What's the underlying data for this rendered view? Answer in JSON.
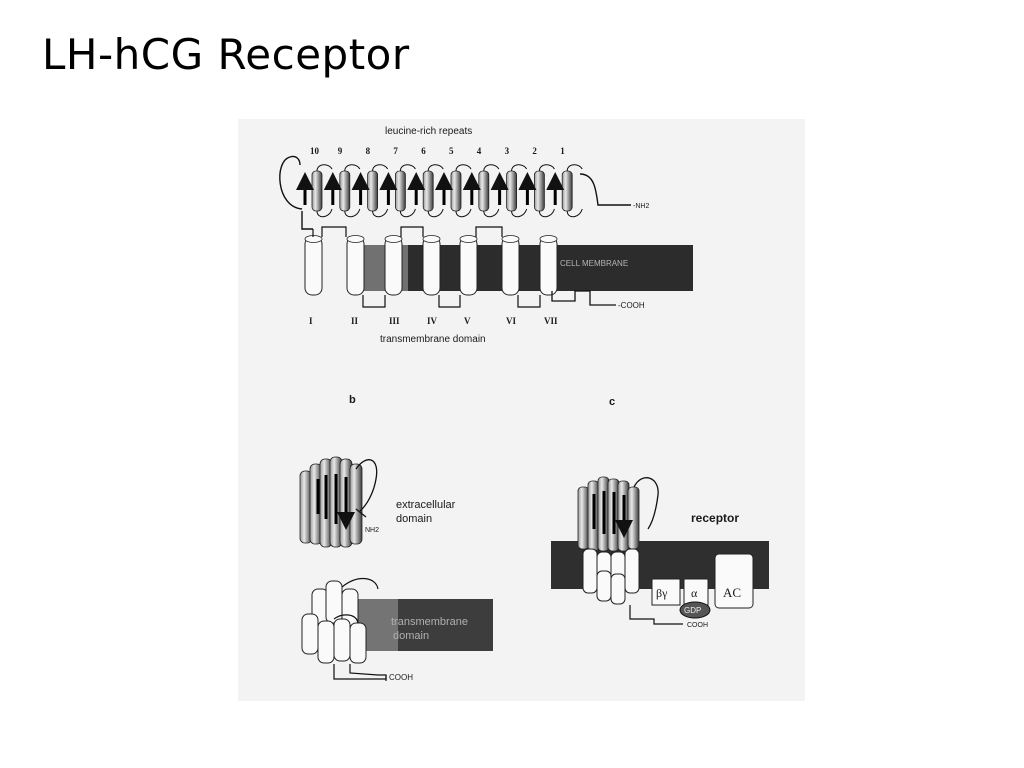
{
  "slide": {
    "title": "LH-hCG Receptor"
  },
  "figure": {
    "panel_a": {
      "top_label": "leucine-rich repeats",
      "repeat_numbers": [
        "10",
        "9",
        "8",
        "7",
        "6",
        "5",
        "4",
        "3",
        "2",
        "1"
      ],
      "nterm_label": "-NH2",
      "membrane_label": "CELL MEMBRANE",
      "cterm_label": "-COOH",
      "helix_numerals": [
        "I",
        "II",
        "III",
        "IV",
        "V",
        "VI",
        "VII"
      ],
      "bottom_label": "transmembrane domain"
    },
    "panel_b": {
      "letter": "b",
      "extracellular_label_1": "extracellular",
      "extracellular_label_2": "domain",
      "nh2_label": "NH2",
      "tm_label_1": "transmembrane",
      "tm_label_2": "domain",
      "cooh_label": "COOH"
    },
    "panel_c": {
      "letter": "c",
      "receptor_label": "receptor",
      "beta_gamma_label": "βγ",
      "alpha_label": "α",
      "gdp_label": "GDP",
      "ac_label": "AC",
      "cooh_label": "COOH"
    }
  }
}
